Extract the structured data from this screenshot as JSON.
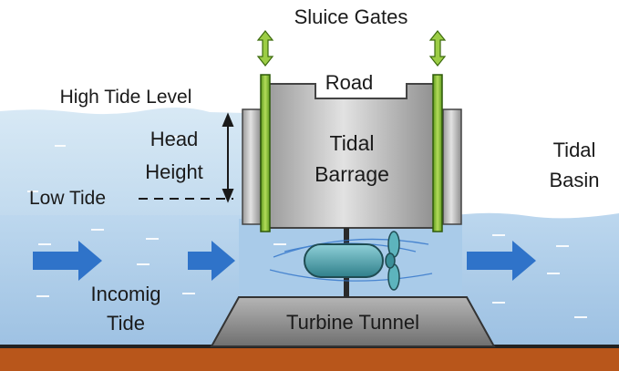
{
  "labels": {
    "sluice_gates": "Sluice Gates",
    "road": "Road",
    "high_tide_level": "High Tide Level",
    "head_line1": "Head",
    "head_line2": "Height",
    "tidal_line1": "Tidal",
    "barrage_line2": "Barrage",
    "tidal_basin_line1": "Tidal",
    "tidal_basin_line2": "Basin",
    "low_tide": "Low Tide",
    "incoming_line1": "Incomig",
    "incoming_line2": "Tide",
    "turbine_tunnel": "Turbine Tunnel"
  },
  "colors": {
    "water_light": "#cfe3f2",
    "water_deep": "#a9cbe9",
    "barrage_gray": "#c4c4c4",
    "gate_green": "#8fc43a",
    "flow_arrow": "#2f73c9",
    "turbine_teal": "#4aa3ad",
    "seabed_brown": "#b8561b",
    "tunnel_gray": "#8a8a8a"
  },
  "icons": {
    "gate_arrows": "double-headed-arrow-icon",
    "flow_arrows": "right-arrow-icon",
    "turbine": "turbine-icon"
  }
}
